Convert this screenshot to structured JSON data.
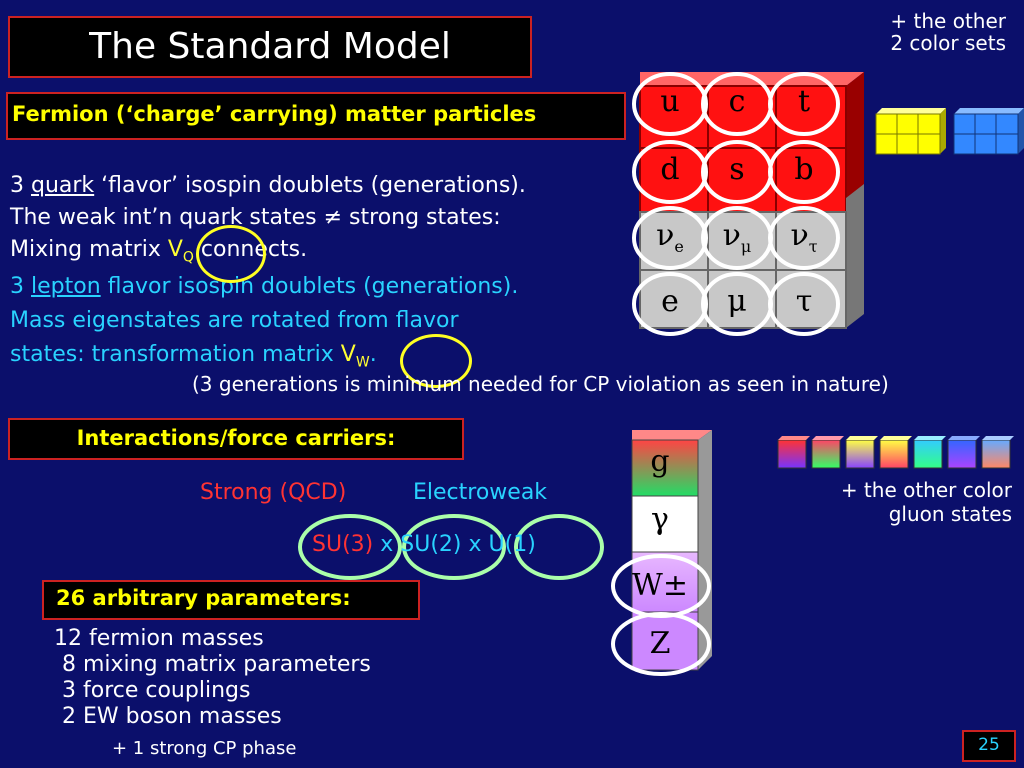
{
  "title": "The Standard Model",
  "top_note": [
    "+ the other",
    "2 color sets"
  ],
  "fermion_header": "Fermion (‘charge’ carrying) matter particles",
  "quark_para": {
    "line1_pre": "3 ",
    "line1_link": "quark",
    "line1_post": " ‘flavor’ isospin doublets (generations).",
    "line2": "The weak int’n quark states ≠ strong states:",
    "line3_pre": "Mixing matrix ",
    "line3_v": "V",
    "line3_sub": "Q",
    "line3_post": " connects."
  },
  "lepton_para": {
    "line1_pre": "3 ",
    "line1_link": "lepton",
    "line1_post": " flavor isospin doublets (generations).",
    "line2": "Mass eigenstates are rotated from flavor",
    "line3_pre": "states: transformation matrix ",
    "line3_v": "V",
    "line3_sub": "W",
    "line3_post": "."
  },
  "generations_note": "(3 generations is minimum needed for CP violation as seen in nature)",
  "interactions_header": "Interactions/force carriers:",
  "strong_label": "Strong (QCD)",
  "electroweak_label": "Electroweak",
  "group": {
    "su3": "SU(3)",
    "x1": "x",
    "su2": "SU(2)",
    "x2": "x",
    "u1": "U(1)"
  },
  "gluon_note": [
    "+ the other color",
    "gluon states"
  ],
  "params_header": "26 arbitrary parameters:",
  "params": [
    "12 fermion masses",
    "8 mixing matrix parameters",
    "3 force couplings",
    "2 EW  boson masses"
  ],
  "cp_phase": "+ 1 strong CP phase",
  "page_number": "25",
  "quarks": [
    [
      "u",
      "c",
      "t"
    ],
    [
      "d",
      "s",
      "b"
    ]
  ],
  "leptons": {
    "neutrinos": [
      {
        "v": "ν",
        "sub": "e"
      },
      {
        "v": "ν",
        "sub": "μ"
      },
      {
        "v": "ν",
        "sub": "τ"
      }
    ],
    "charged": [
      "e",
      "μ",
      "τ"
    ]
  },
  "bosons": [
    "g",
    "γ",
    "W±",
    "Z"
  ],
  "colors": {
    "background": "#0b0f6b",
    "quark_cube": "#ff1111",
    "lepton_cube": "#c8c8c8",
    "accent_yellow": "#ffff00",
    "cyan_text": "#29d3ff",
    "red_text": "#ff3333"
  }
}
